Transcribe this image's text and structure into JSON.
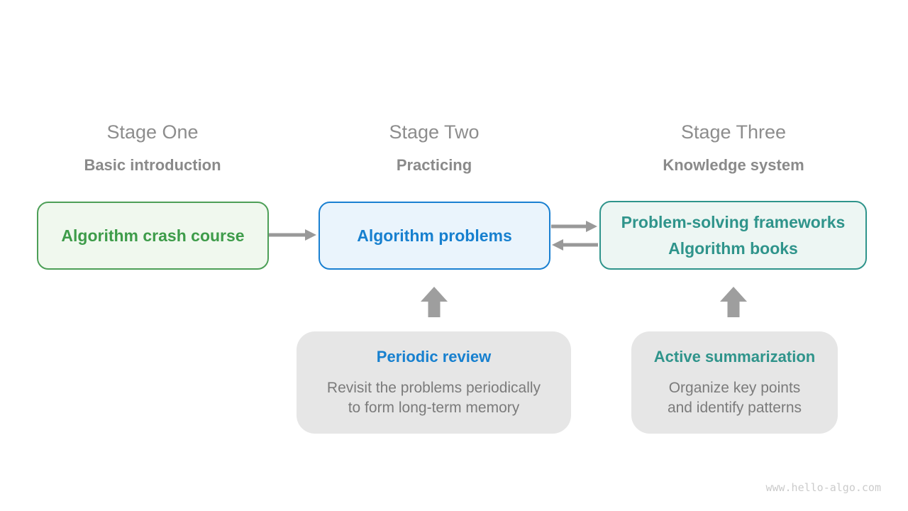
{
  "diagram": {
    "title_context": "Algorithm learning stages",
    "heading_color": "#8d8d8d",
    "body_color": "#7b7b7b",
    "arrow_color": "#999999",
    "note_fill_color": "#e6e6e6",
    "stages": [
      {
        "title": "Stage One",
        "subtitle": "Basic introduction",
        "box_lines": [
          "Algorithm crash course"
        ],
        "accent_color": "#3e9c4a",
        "border_color": "#4d9f57",
        "fill_color": "#f0f8ee"
      },
      {
        "title": "Stage Two",
        "subtitle": "Practicing",
        "box_lines": [
          "Algorithm problems"
        ],
        "accent_color": "#1780cf",
        "border_color": "#1a80d1",
        "fill_color": "#eaf4fc"
      },
      {
        "title": "Stage Three",
        "subtitle": "Knowledge system",
        "box_lines": [
          "Problem-solving frameworks",
          "Algorithm books"
        ],
        "accent_color": "#2f948b",
        "border_color": "#2f948b",
        "fill_color": "#edf6f3"
      }
    ],
    "notes": [
      {
        "title": "Periodic review",
        "title_color": "#1780cf",
        "body_lines": [
          "Revisit the problems periodically",
          "to form long-term memory"
        ]
      },
      {
        "title": "Active summarization",
        "title_color": "#2f948b",
        "body_lines": [
          "Organize key points",
          "and identify patterns"
        ]
      }
    ],
    "watermark": "www.hello-algo.com"
  }
}
